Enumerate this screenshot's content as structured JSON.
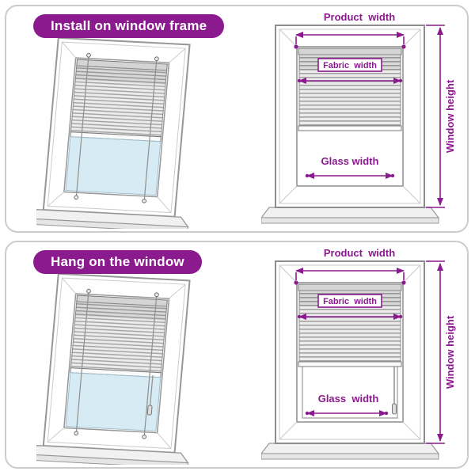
{
  "colors": {
    "accent_purple": "#8A1A8E",
    "badge_background": "#8A1A8E",
    "badge_text": "#FFFFFF",
    "panel_border": "#CCCCCC",
    "glass_blue": "#D7EBF4",
    "frame_gray": "#8D8D8D"
  },
  "panels": [
    {
      "title": "Install on window frame",
      "diagram_labels": {
        "product_width": "Product  width",
        "fabric_width": "Fabric  width",
        "glass_width": "Glass width",
        "window_height": "Window height"
      }
    },
    {
      "title": "Hang on the window",
      "diagram_labels": {
        "product_width": "Product  width",
        "fabric_width": "Fabric  width",
        "glass_width": "Glass  width",
        "window_height": "Window height"
      }
    }
  ]
}
